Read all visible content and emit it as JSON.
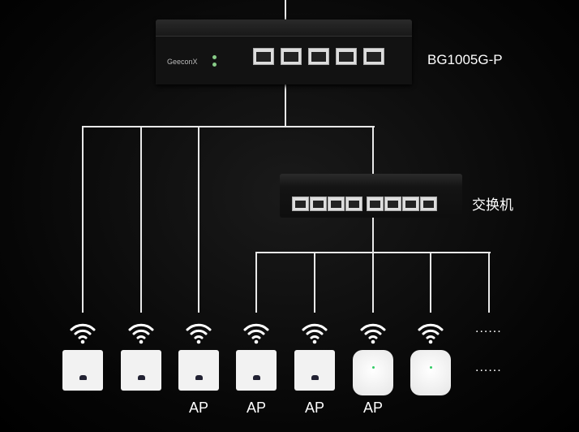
{
  "router": {
    "brand": "GeeconX",
    "model_label": "BG1005G-P",
    "port_count": 5
  },
  "switch": {
    "label": "交换机",
    "port_count": 8
  },
  "access_points": [
    {
      "style": "wall",
      "label": ""
    },
    {
      "style": "wall",
      "label": ""
    },
    {
      "style": "wall",
      "label": "AP"
    },
    {
      "style": "wall",
      "label": "AP"
    },
    {
      "style": "wall",
      "label": "AP"
    },
    {
      "style": "ceiling",
      "label": "AP"
    },
    {
      "style": "ceiling",
      "label": ""
    }
  ],
  "more": "......",
  "colors": {
    "background": "#000000",
    "lines": "#e8e8e8",
    "text": "#ffffff"
  }
}
